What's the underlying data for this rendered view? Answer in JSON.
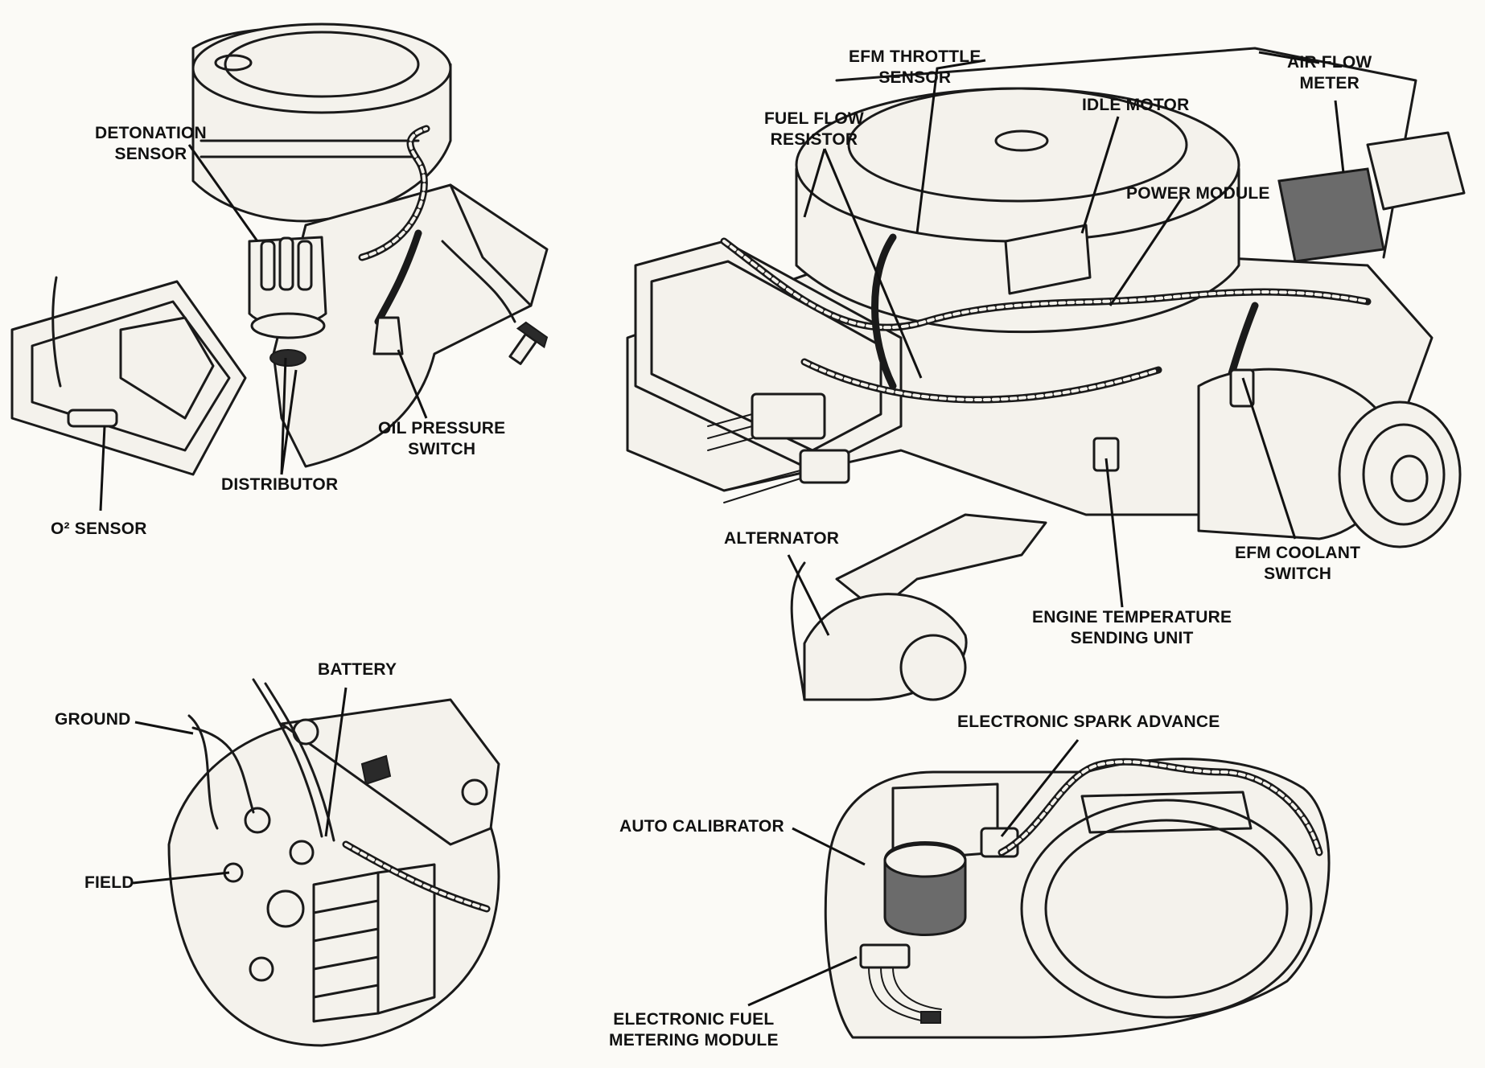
{
  "labels": {
    "detonation_sensor": [
      "DETONATION",
      "SENSOR"
    ],
    "distributor": "DISTRIBUTOR",
    "oil_pressure_switch": [
      "OIL PRESSURE",
      "SWITCH"
    ],
    "o2_sensor": "O² SENSOR",
    "efm_throttle_sensor": [
      "EFM THROTTLE",
      "SENSOR"
    ],
    "air_flow_meter": [
      "AIR FLOW",
      "METER"
    ],
    "fuel_flow_resistor": [
      "FUEL FLOW",
      "RESISTOR"
    ],
    "idle_motor": "IDLE MOTOR",
    "power_module": "POWER MODULE",
    "alternator": "ALTERNATOR",
    "efm_coolant_switch": [
      "EFM COOLANT",
      "SWITCH"
    ],
    "engine_temperature_sending_unit": [
      "ENGINE TEMPERATURE",
      "SENDING UNIT"
    ],
    "battery": "BATTERY",
    "ground": "GROUND",
    "field": "FIELD",
    "electronic_spark_advance": "ELECTRONIC SPARK ADVANCE",
    "auto_calibrator": "AUTO CALIBRATOR",
    "electronic_fuel_metering_module": [
      "ELECTRONIC FUEL",
      "METERING MODULE"
    ]
  }
}
